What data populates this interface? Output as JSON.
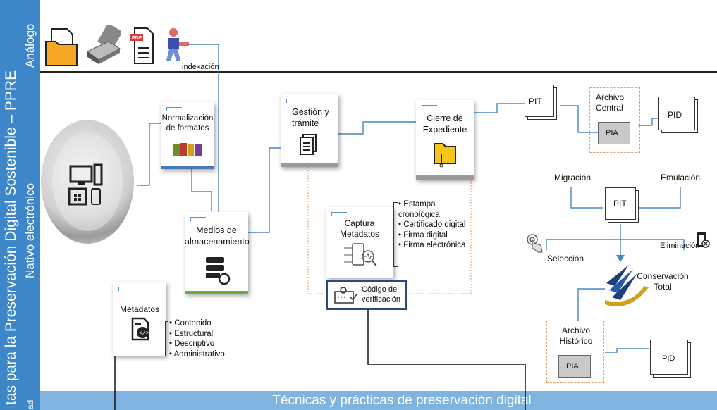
{
  "side_band": {
    "main_title": "tas para la Preservación Digital Sostenible – PPRE",
    "analog_label": "Análogo",
    "native_label": "Nativo electrónico",
    "bottom_fragment": "ad"
  },
  "analog_row": {
    "indexing_label": "indexación",
    "icons": [
      "folder-icon",
      "scanner-icon",
      "pdf-icon",
      "person-indexing-icon"
    ]
  },
  "nodes": {
    "normalization": "Normalización de formatos",
    "storage": "Medios de almacenamiento",
    "management": "Gestión y trámite",
    "closure": "Cierre de Expediente",
    "capture": "Captura Metadatos",
    "metadata": "Metadatos",
    "verification_code": "Código de verificación"
  },
  "capture_list": [
    "• Estampa cronológica",
    "• Certificado digital",
    "• Firma digital",
    "• Firma electrónica"
  ],
  "metadata_list": [
    "• Contenido",
    "• Estructural",
    "• Descriptivo",
    "• Administrativo"
  ],
  "right": {
    "pit": "PIT",
    "central_archive": "Archivo Central",
    "pia": "PIA",
    "pid": "PID",
    "migration": "Migración",
    "emulation": "Emulación",
    "selection": "Selección",
    "elimination": "Eliminación",
    "conservation": "Conservación Total",
    "historic_archive": "Archivo Histórico"
  },
  "bottom_bar_title": "Técnicas y prácticas de preservación digital",
  "colors": {
    "band": "#3d87c9",
    "bottom_bar": "#7fb3e0",
    "connector": "#4a86c5",
    "dashed": "#e8a06a",
    "storage_bar": "#6aab3d",
    "card_bar": "#4a78b5",
    "gray_bar": "#9a9a9a"
  }
}
